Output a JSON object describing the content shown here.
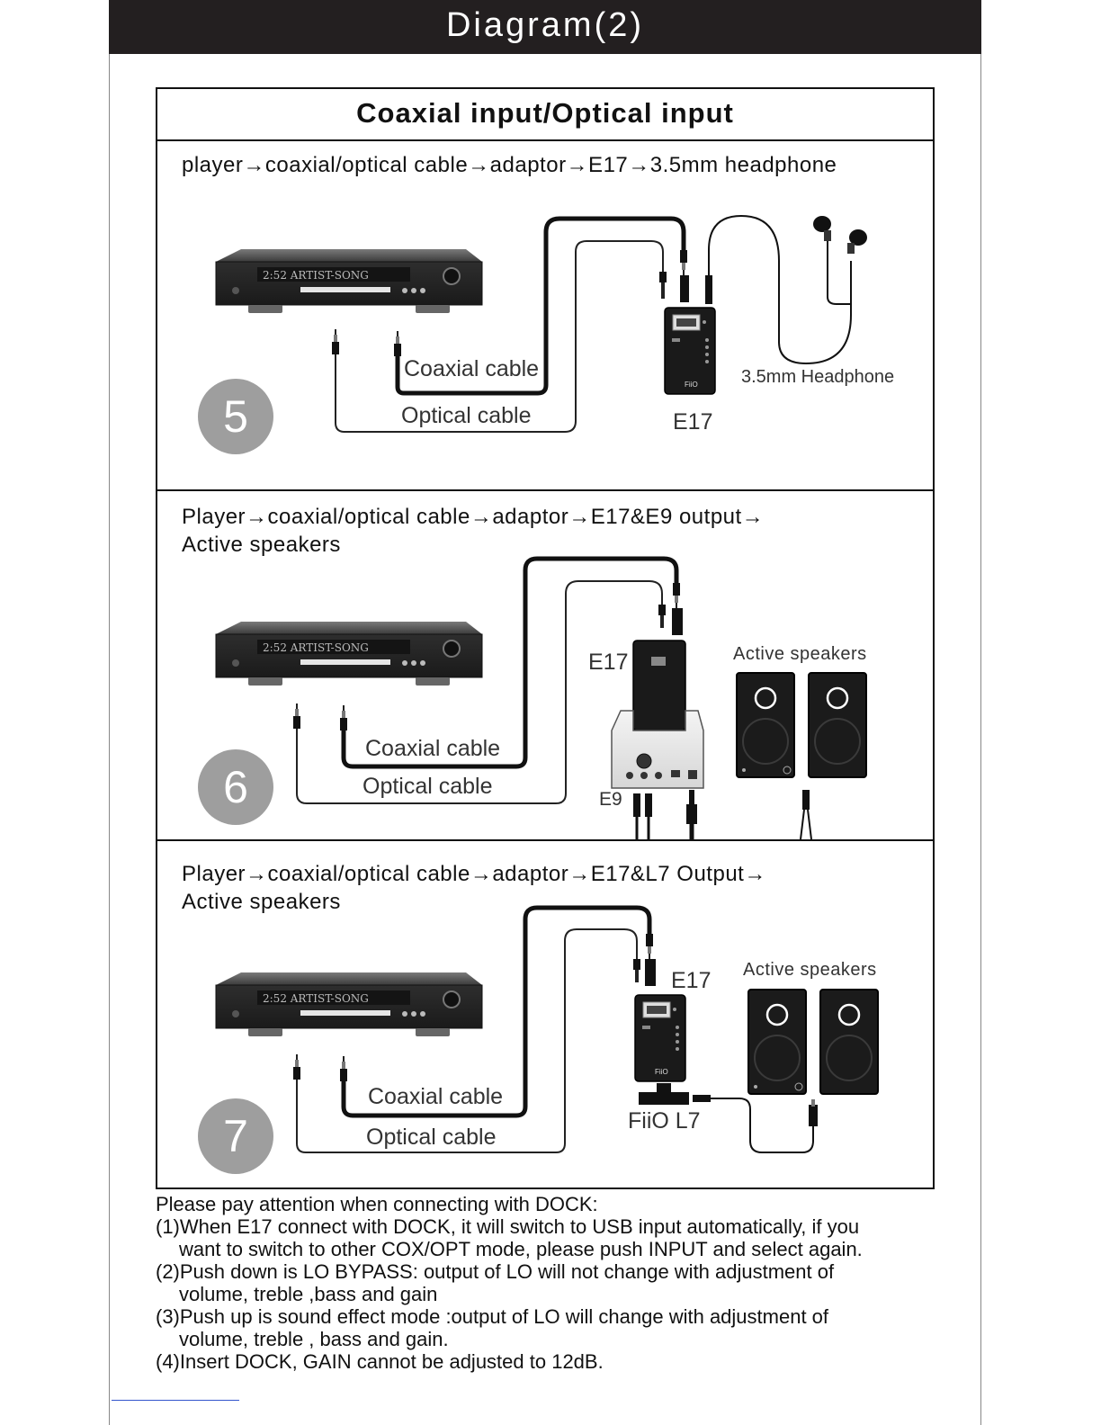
{
  "header": {
    "title": "Diagram(2)"
  },
  "section_title": "Coaxial input/Optical input",
  "panels": [
    {
      "step": "5",
      "desc_line1": "player→coaxial/optical cable→adaptor→E17→3.5mm headphone",
      "desc_line2": "",
      "coaxial_label": "Coaxial cable",
      "optical_label": "Optical cable",
      "e17_label": "E17",
      "headphone_label": "3.5mm Headphone"
    },
    {
      "step": "6",
      "desc_line1": "Player→coaxial/optical cable→adaptor→E17&E9 output→",
      "desc_line2": "Active speakers",
      "coaxial_label": "Coaxial cable",
      "optical_label": "Optical cable",
      "e17_label": "E17",
      "e9_label": "E9",
      "speakers_label": "Active  speakers"
    },
    {
      "step": "7",
      "desc_line1": "Player→coaxial/optical cable→adaptor→E17&L7 Output→",
      "desc_line2": "Active speakers",
      "coaxial_label": "Coaxial cable",
      "optical_label": "Optical cable",
      "e17_label": "E17",
      "l7_label": "FiiO L7",
      "speakers_label": "Active speakers"
    }
  ],
  "notes": {
    "heading": "Please pay attention when connecting with DOCK:",
    "items": [
      {
        "line1": "(1)When E17 connect with DOCK, it will switch to USB input automatically, if you",
        "line2": "want to switch to other COX/OPT mode, please push INPUT and select again."
      },
      {
        "line1": "(2)Push down is LO BYPASS: output of LO will not change with adjustment of",
        "line2": "volume, treble ,bass and gain"
      },
      {
        "line1": "(3)Push up is sound effect mode :output of LO will change with adjustment of",
        "line2": "volume, treble , bass and gain."
      },
      {
        "line1": "(4)Insert DOCK, GAIN cannot be adjusted to 12dB.",
        "line2": ""
      }
    ]
  }
}
